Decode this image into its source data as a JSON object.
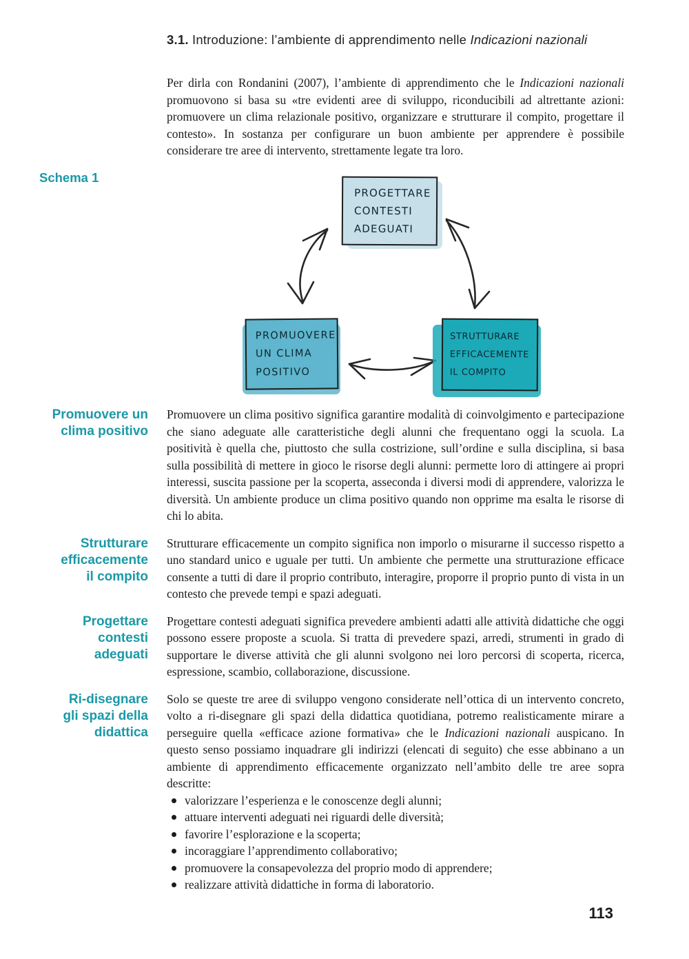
{
  "theme": {
    "accent": "#1a99a7"
  },
  "header": {
    "section_number": "3.1.",
    "title_main": " Introduzione: l’ambiente di apprendimento nelle ",
    "title_italic": "Indicazioni nazionali"
  },
  "intro": {
    "part1": "Per dirla con Rondanini (2007), l’ambiente di apprendimento che le ",
    "italic": "Indicazioni nazionali",
    "part2": " promuovono si basa su «tre evidenti aree di sviluppo, riconducibili ad altrettante azioni: promuovere un clima relazionale positivo, organizzare e strutturare il compito, progettare il contesto». In sostanza per configurare un buon ambiente per apprendere è possibile considerare tre aree di intervento, strettamente legate tra loro."
  },
  "schema": {
    "label": "Schema 1",
    "boxes": {
      "top": {
        "label": "PROGETTARE\nCONTESTI\nADEGUATI",
        "fill": "#c6dfe9"
      },
      "bottom_left": {
        "label": "PROMUOVERE\nUN CLIMA\nPOSITIVO",
        "fill": "#5fb6ce"
      },
      "bottom_right": {
        "label": "STRUTTURARE\nEFFICACEMENTE\nIL COMPITO",
        "fill": "#1caab8"
      }
    }
  },
  "sections": [
    {
      "heading": "Promuovere un\nclima positivo",
      "body": "Promuovere un clima positivo significa garantire modalità di coinvolgimento e partecipazione che siano adeguate alle caratteristiche degli alunni che frequentano oggi la scuola. La positività è quella che, piuttosto che sulla costrizione, sull’ordine e sulla disciplina, si basa sulla possibilità di mettere in gioco le risorse degli alunni: permette loro di attingere ai propri interessi, suscita passione per la scoperta, asseconda i diversi modi di apprendere, valorizza le diversità. Un ambiente produce un clima positivo quando non opprime ma esalta le risorse di chi lo abita."
    },
    {
      "heading": "Strutturare\nefficacemente\nil compito",
      "body": "Strutturare efficacemente un compito significa non imporlo o misurarne il successo rispetto a uno standard unico e uguale per tutti. Un ambiente che permette una strutturazione efficace consente a tutti di dare il proprio contributo, interagire, proporre il proprio punto di vista in un contesto che prevede tempi e spazi adeguati."
    },
    {
      "heading": "Progettare\ncontesti\nadeguati",
      "body": "Progettare contesti adeguati significa prevedere ambienti adatti alle attività didattiche che oggi possono essere proposte a scuola. Si tratta di prevedere spazi, arredi, strumenti in grado di supportare le diverse attività che gli alunni svolgono nei loro percorsi di scoperta, ricerca, espressione, scambio, collaborazione, discussione."
    },
    {
      "heading": "Ri-disegnare\ngli spazi della\ndidattica",
      "body_part1": "Solo se queste tre aree di sviluppo vengono considerate nell’ottica di un intervento concreto, volto a ri-disegnare gli spazi della didattica quotidiana, potremo realisticamente mirare a perseguire quella «efficace azione formativa» che le ",
      "body_italic": "Indicazioni nazionali",
      "body_part2": " auspicano. In questo senso possiamo inquadrare gli indirizzi (elencati di seguito) che esse abbinano a un ambiente di apprendimento efficacemente organizzato nell’ambito delle tre aree sopra descritte:"
    }
  ],
  "bullets": [
    "valorizzare l’esperienza e le conoscenze degli alunni;",
    "attuare interventi adeguati nei riguardi delle diversità;",
    "favorire l’esplorazione e la scoperta;",
    "incoraggiare l’apprendimento collaborativo;",
    "promuovere la consapevolezza del proprio modo di apprendere;",
    "realizzare attività didattiche in forma di laboratorio."
  ],
  "page": {
    "number": "113"
  }
}
